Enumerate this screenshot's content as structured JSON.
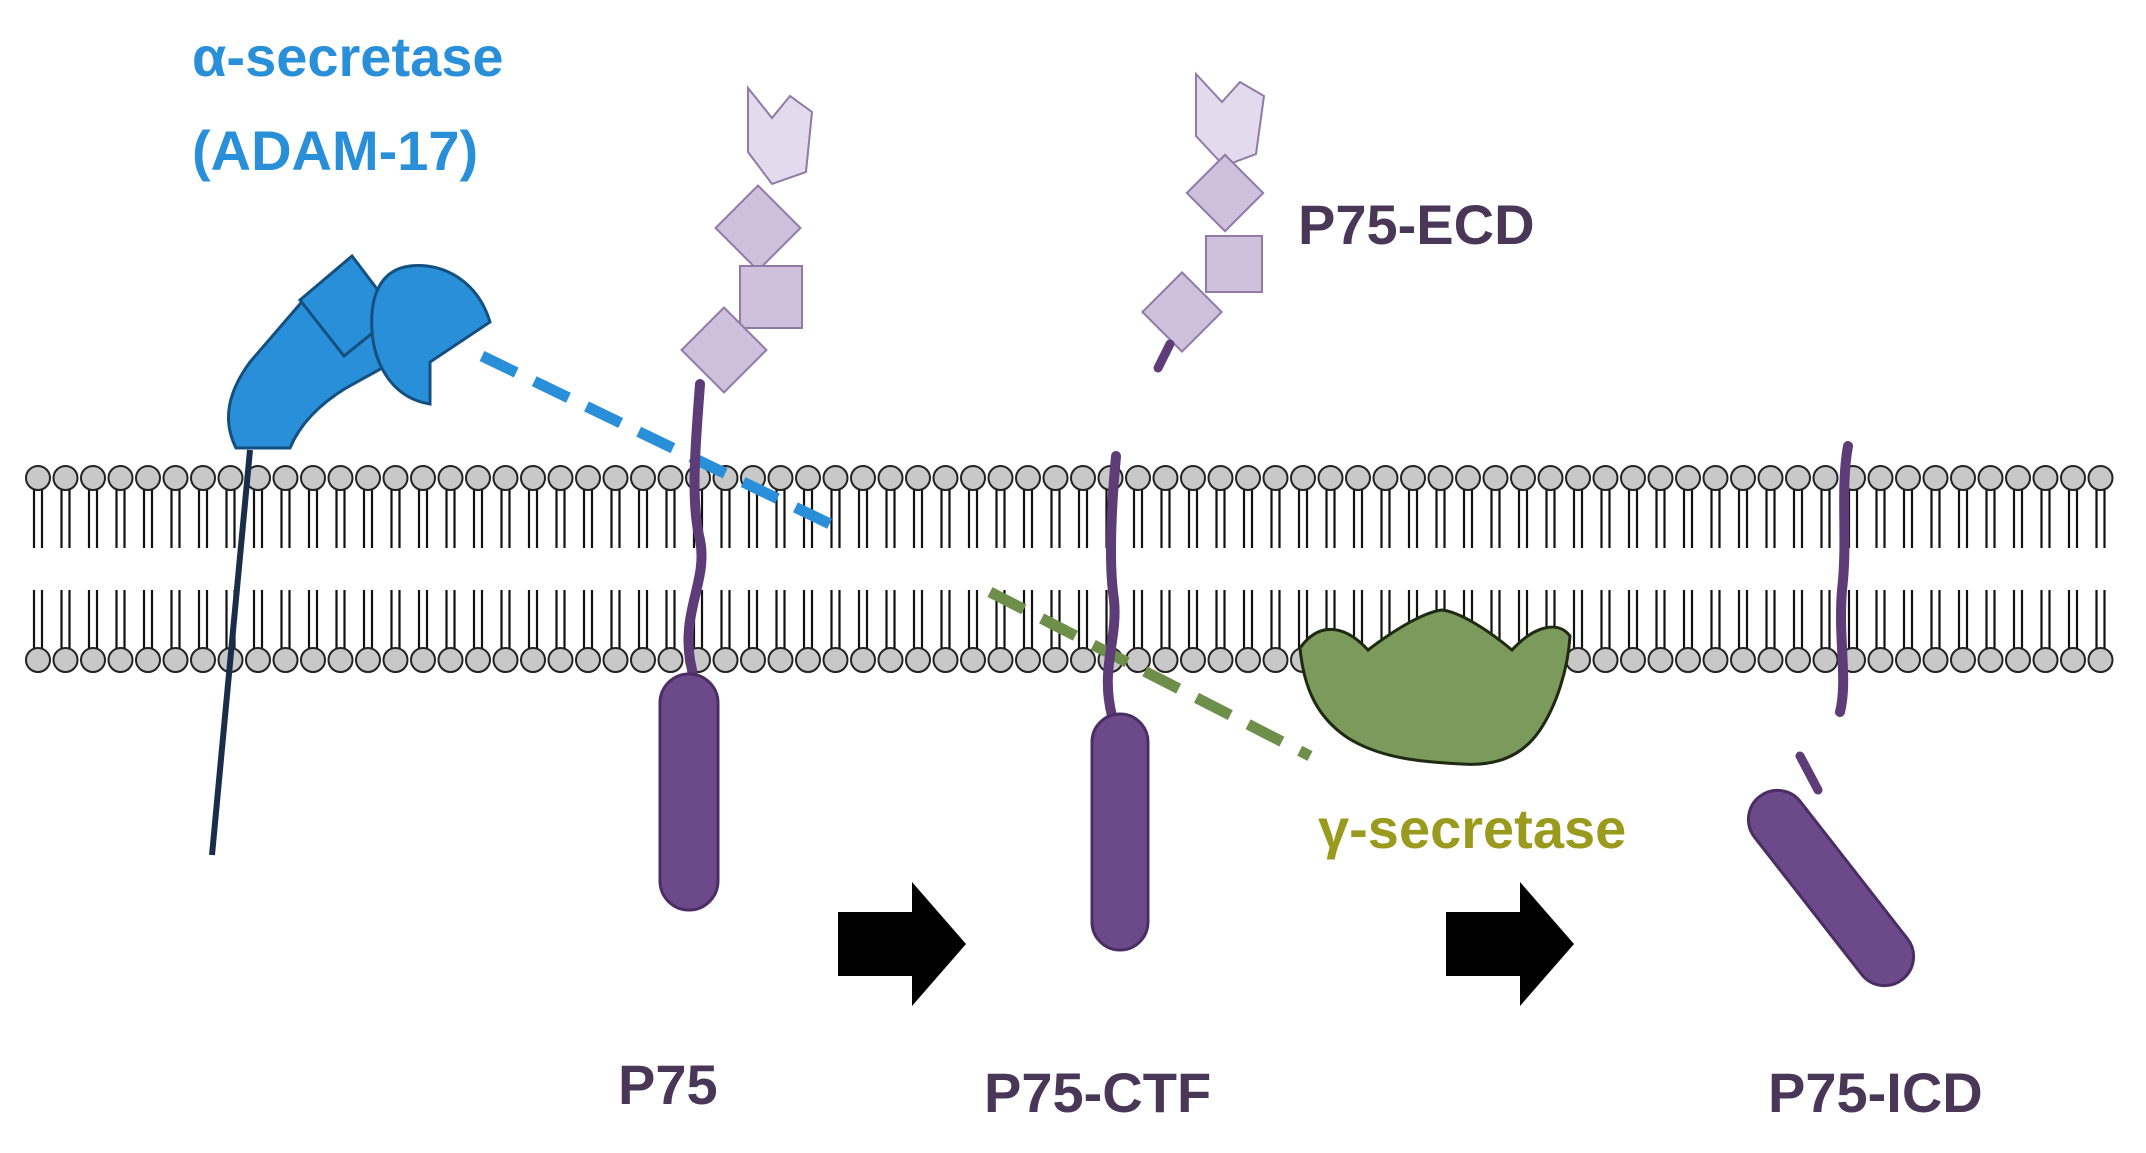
{
  "colors": {
    "alpha": "#2A8FD9",
    "gamma": "#6E8F4A",
    "gamma_label": "#9A9A1E",
    "receptor": "#5D3C78",
    "ecd_domain": "#CFC0DE",
    "ecd_domain_light": "#E4DAEE",
    "lipid_head": "#C8C8C8",
    "label_dark": "#4A3657",
    "arrow": "#000000",
    "tether": "#1A2E4A"
  },
  "labels": {
    "alpha_secretase": "α-secretase",
    "alpha_secretase_alt": "(ADAM-17)",
    "p75_ecd": "P75-ECD",
    "gamma_secretase": "γ-secretase",
    "p75": "P75",
    "p75_ctf": "P75-CTF",
    "p75_icd": "P75-ICD"
  },
  "icons": [
    "alpha-secretase-enzyme-icon",
    "gamma-secretase-enzyme-icon",
    "process-arrow-icon"
  ]
}
